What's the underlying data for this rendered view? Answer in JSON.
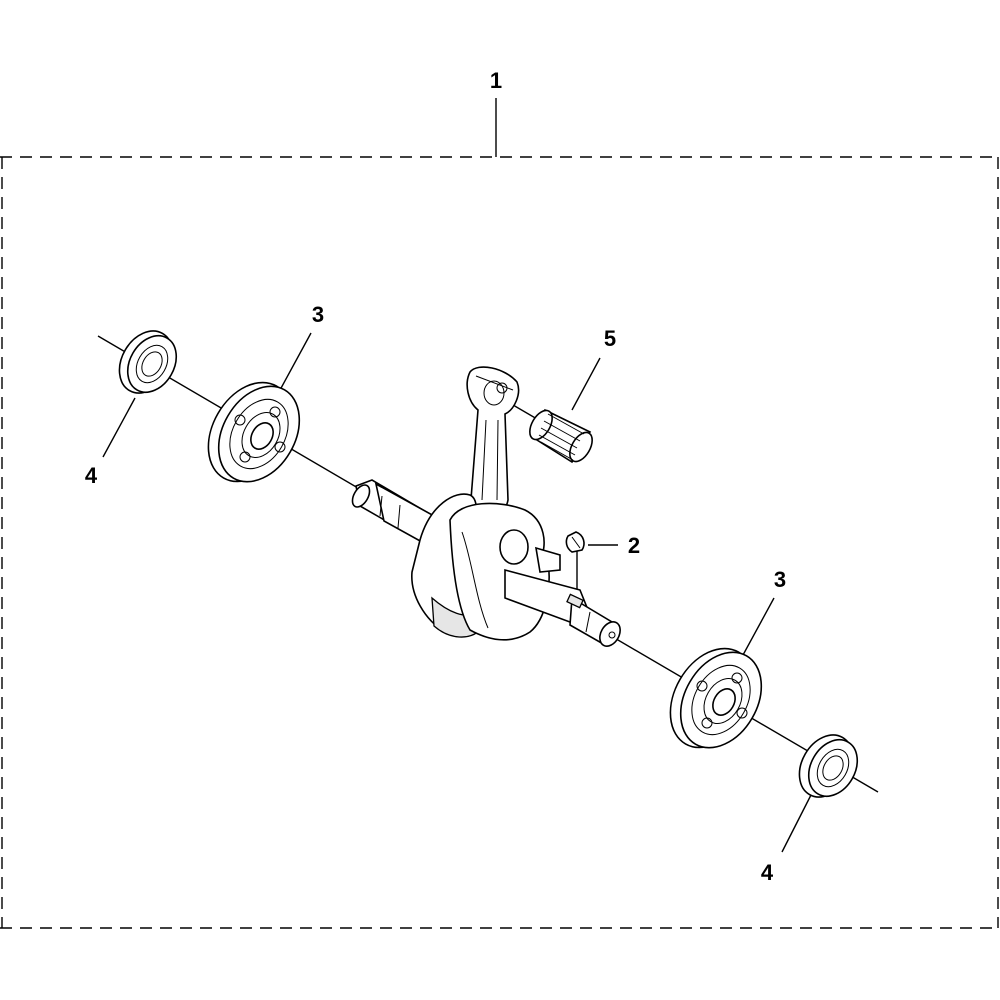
{
  "callouts": {
    "kit": "1",
    "key": "2",
    "bearing_left": "3",
    "bearing_right": "3",
    "seal_left": "4",
    "seal_right": "4",
    "needle_bearing": "5"
  },
  "colors": {
    "line": "#000000",
    "background": "#ffffff",
    "fill_light": "#e6e6e6"
  }
}
